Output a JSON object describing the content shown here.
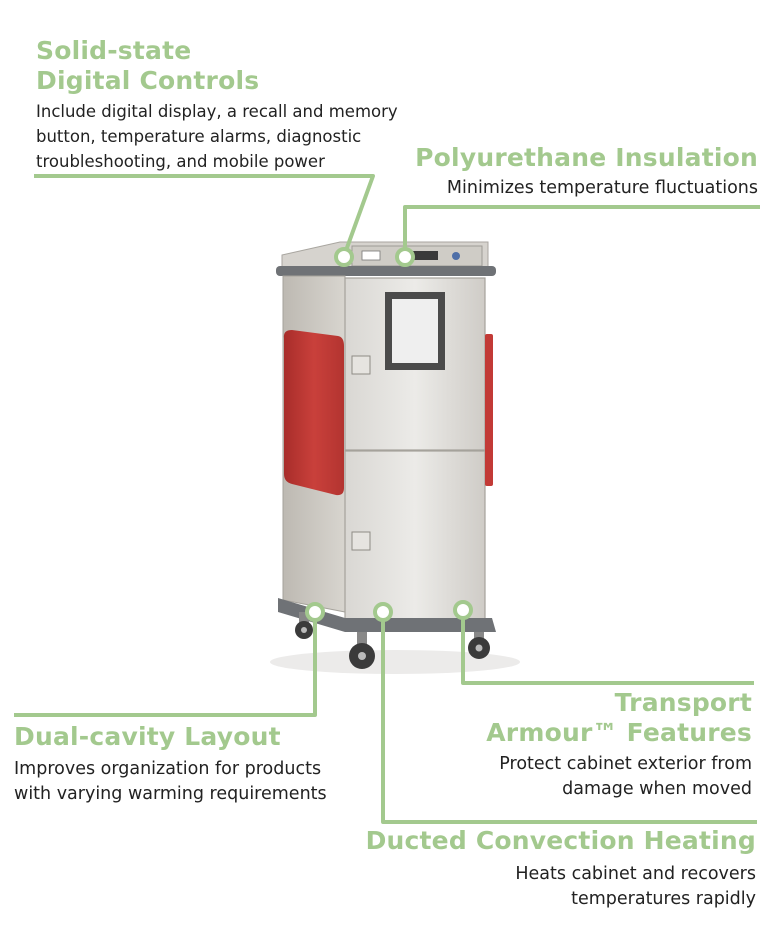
{
  "features": {
    "solid_state": {
      "title_line1": "Solid-state",
      "title_line2": "Digital Controls",
      "desc_line1": "Include digital display, a recall and memory",
      "desc_line2": "button, temperature alarms, diagnostic",
      "desc_line3": "troubleshooting, and mobile power"
    },
    "insulation": {
      "title": "Polyurethane Insulation",
      "desc": "Minimizes temperature fluctuations"
    },
    "dual_cavity": {
      "title": "Dual-cavity Layout",
      "desc_line1": "Improves organization for products",
      "desc_line2": "with varying warming requirements"
    },
    "transport": {
      "title_line1": "Transport",
      "title_line2": "Armour™ Features",
      "desc_line1": "Protect cabinet exterior from",
      "desc_line2": "damage when moved"
    },
    "ducted": {
      "title": "Ducted Convection Heating",
      "desc_line1": "Heats cabinet and recovers",
      "desc_line2": "temperatures rapidly"
    }
  },
  "colors": {
    "accent": "#a3c98e",
    "text": "#222222",
    "bumper": "#c23a36",
    "steel": "#c8c5c0"
  }
}
